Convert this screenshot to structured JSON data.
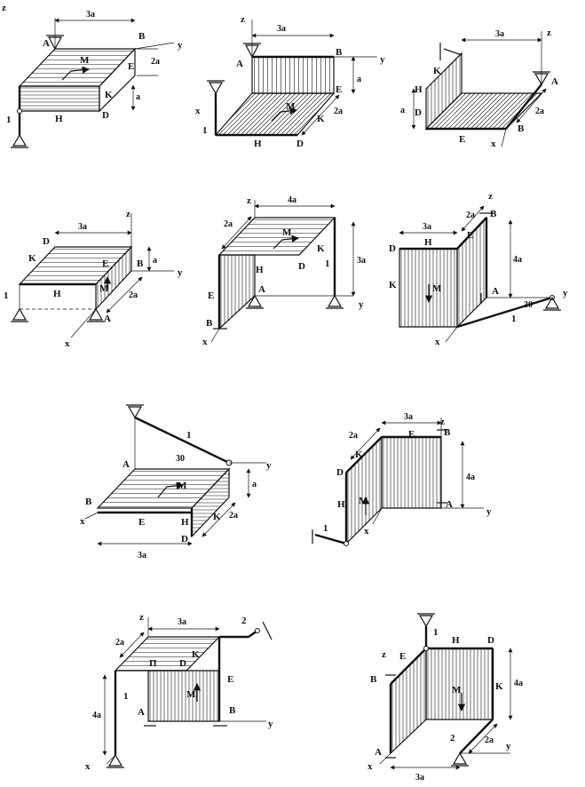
{
  "sheet": {
    "background": "#ffffff",
    "ink": "#111111"
  },
  "figures": [
    {
      "id": "1",
      "labels": {
        "A": "A",
        "B": "B",
        "E": "E",
        "K": "K",
        "H": "H",
        "D": "D",
        "M": "M",
        "z": "z",
        "y": "y",
        "rod": "1"
      },
      "dims": {
        "len": "3a",
        "width": "2a",
        "height": "a"
      }
    },
    {
      "id": "2",
      "labels": {
        "A": "A",
        "B": "B",
        "E": "E",
        "K": "K",
        "H": "H",
        "D": "D",
        "M": "M",
        "z": "z",
        "y": "y",
        "x": "x",
        "rod": "1"
      },
      "dims": {
        "len": "3a",
        "width": "2a",
        "height": "a"
      }
    },
    {
      "id": "3",
      "labels": {
        "A": "A",
        "B": "B",
        "E": "E",
        "K": "K",
        "H": "H",
        "D": "D",
        "z": "z",
        "x": "x"
      },
      "dims": {
        "len": "3a",
        "width": "2a",
        "height": "a"
      }
    },
    {
      "id": "4",
      "labels": {
        "A": "A",
        "B": "B",
        "E": "E",
        "K": "K",
        "H": "H",
        "D": "D",
        "M": "M",
        "z": "z",
        "y": "y",
        "x": "x",
        "rod": "1"
      },
      "dims": {
        "len": "3a",
        "width": "2a",
        "height": "a"
      }
    },
    {
      "id": "5",
      "labels": {
        "A": "A",
        "B": "B",
        "E": "E",
        "K": "K",
        "H": "H",
        "D": "D",
        "M": "M",
        "z": "z",
        "y": "y",
        "x": "x",
        "rod": "1"
      },
      "dims": {
        "len": "4a",
        "width": "2a",
        "height": "3a"
      }
    },
    {
      "id": "6",
      "labels": {
        "A": "A",
        "B": "B",
        "E": "E",
        "K": "K",
        "H": "H",
        "D": "D",
        "M": "M",
        "z": "z",
        "y": "y",
        "x": "x",
        "rod": "1",
        "angle": "30"
      },
      "dims": {
        "len": "3a",
        "width": "2a",
        "height": "4a"
      }
    },
    {
      "id": "7",
      "labels": {
        "A": "A",
        "B": "B",
        "E": "E",
        "K": "K",
        "H": "H",
        "D": "D",
        "M": "M",
        "y": "y",
        "x": "x",
        "rod": "1",
        "angle": "30"
      },
      "dims": {
        "len": "3a",
        "width": "2a",
        "height": "a"
      }
    },
    {
      "id": "8",
      "labels": {
        "A": "A",
        "B": "B",
        "E": "E",
        "K": "K",
        "H": "H",
        "D": "D",
        "M": "M",
        "z": "z",
        "y": "y",
        "x": "x",
        "rod": "1"
      },
      "dims": {
        "len": "3a",
        "width": "2a",
        "height": "4a"
      }
    },
    {
      "id": "9",
      "labels": {
        "A": "A",
        "B": "B",
        "E": "E",
        "K": "K",
        "H": "П",
        "D": "D",
        "M": "M",
        "z": "z",
        "y": "y",
        "x": "x",
        "rod1": "1",
        "rod2": "2"
      },
      "dims": {
        "len": "3a",
        "width": "2a",
        "height": "4a"
      }
    },
    {
      "id": "10",
      "labels": {
        "A": "A",
        "B": "B",
        "E": "E",
        "K": "K",
        "H": "H",
        "D": "D",
        "M": "M",
        "z": "z",
        "y": "y",
        "x": "x",
        "rod1": "1",
        "rod2": "2"
      },
      "dims": {
        "len": "3a",
        "width": "2a",
        "height": "4a"
      }
    }
  ]
}
